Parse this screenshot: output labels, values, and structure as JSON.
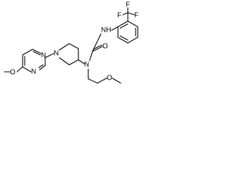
{
  "molecule": {
    "atoms": {
      "o_methoxy_left": "O",
      "n_pyr_top": "N",
      "n_pyr_bottom": "N",
      "n_piperidine": "N",
      "nh_urea": "NH",
      "o_urea": "O",
      "n_urea": "N",
      "o_methoxyethyl": "O",
      "f_top": "F",
      "f_left": "F",
      "f_right": "F"
    }
  }
}
